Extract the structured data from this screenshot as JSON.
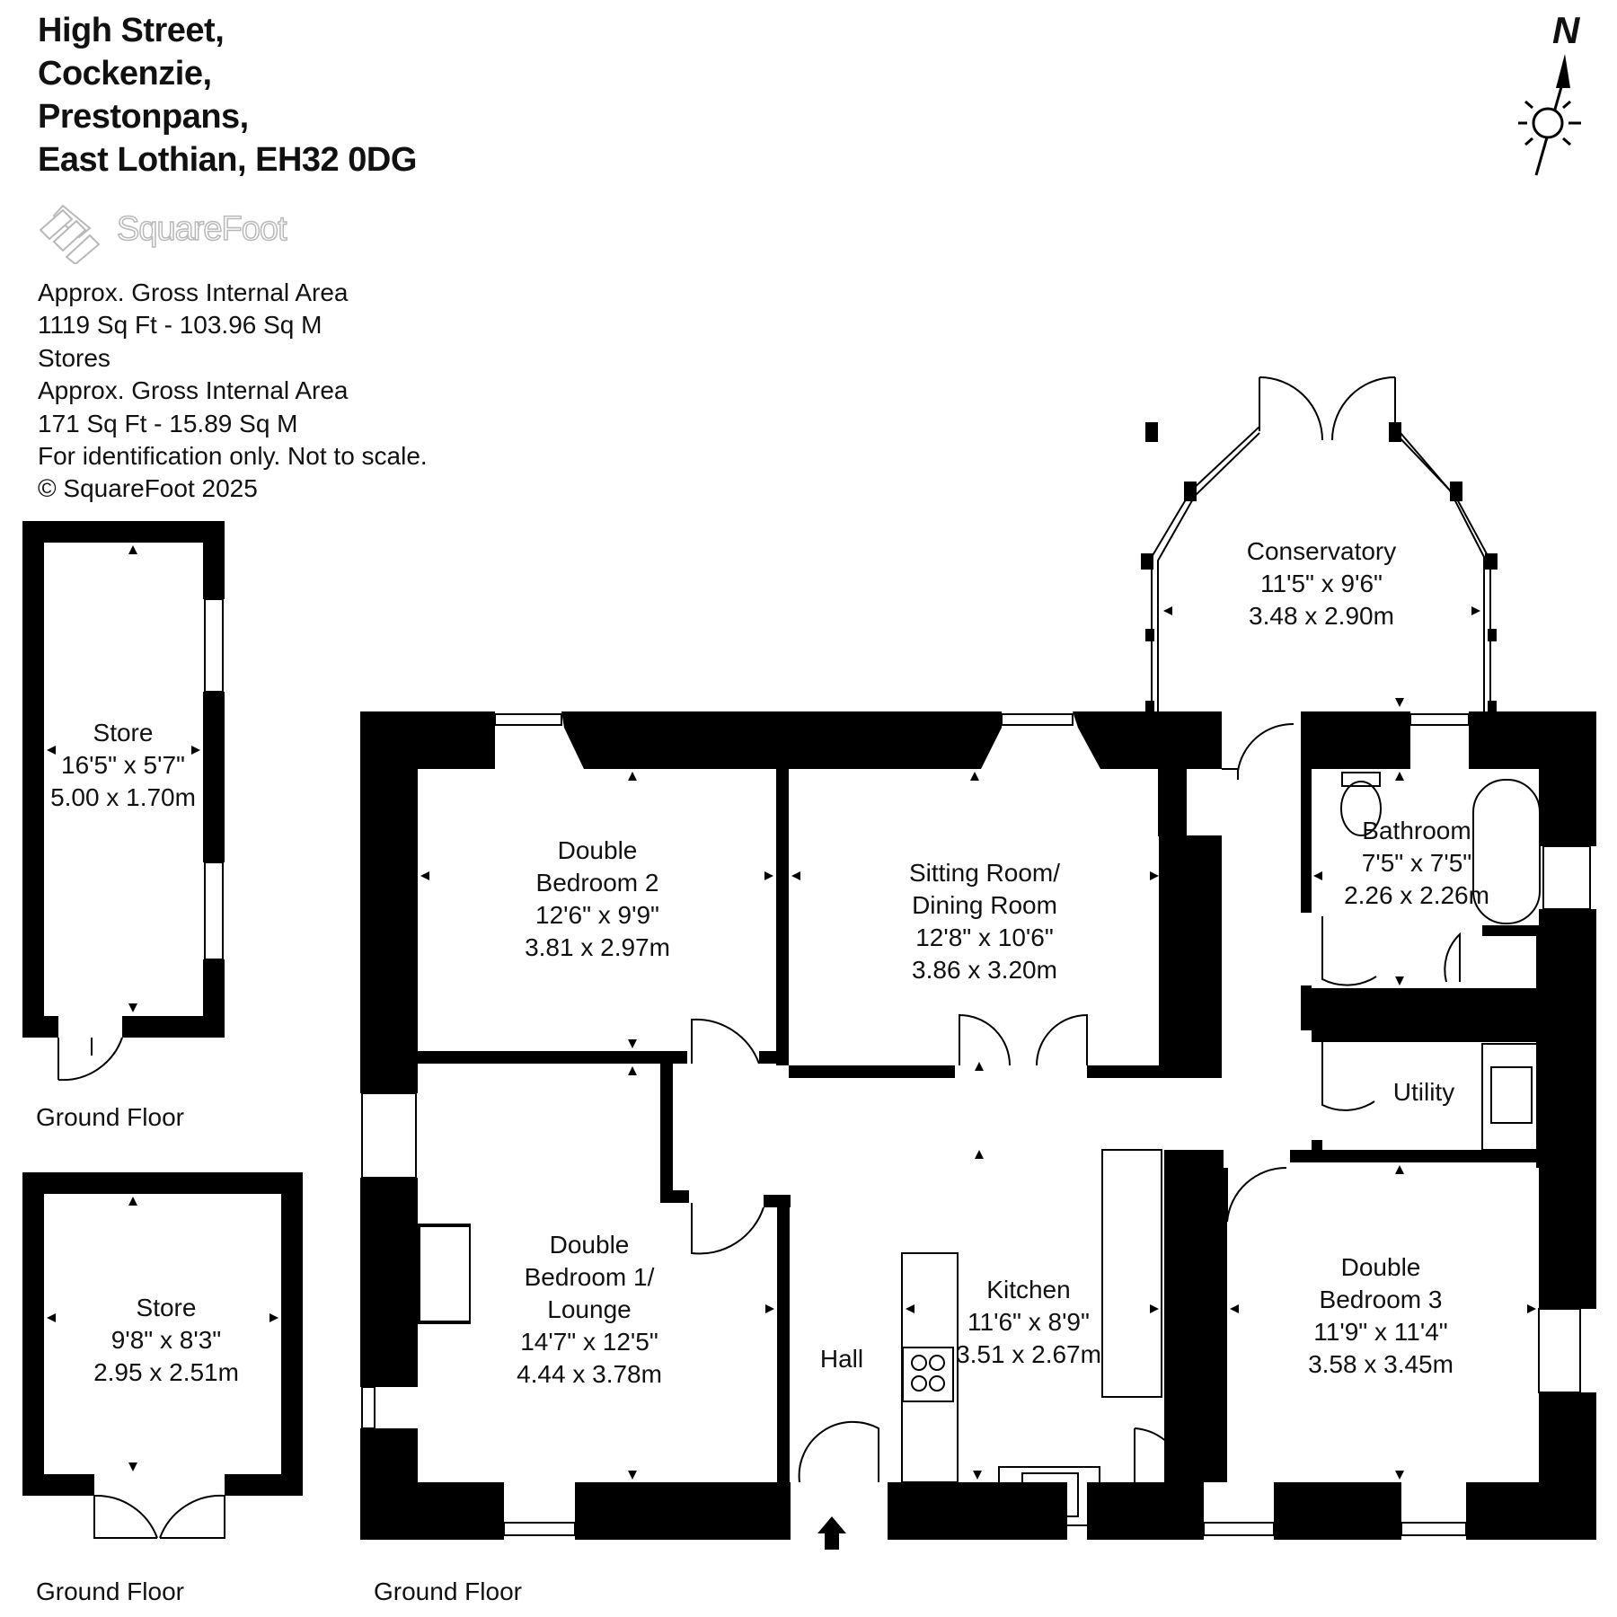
{
  "address": {
    "line1": "High Street,",
    "line2": "Cockenzie,",
    "line3": "Prestonpans,",
    "line4": "East Lothian, EH32 0DG"
  },
  "logo": {
    "text": "SquareFoot",
    "icon": "squarefoot-logo-icon"
  },
  "area_info": {
    "line1": "Approx. Gross Internal Area",
    "line2": "1119 Sq Ft  -  103.96 Sq M",
    "line3": "Stores",
    "line4": "Approx. Gross Internal Area",
    "line5": "171 Sq Ft  -  15.89 Sq M",
    "line6": "For identification only. Not to scale.",
    "line7": "© SquareFoot 2025"
  },
  "compass": {
    "label": "N",
    "icon": "north-arrow-sun-icon"
  },
  "rooms": {
    "store1": {
      "name": "Store",
      "imperial": "16'5\" x 5'7\"",
      "metric": "5.00 x 1.70m"
    },
    "store2": {
      "name": "Store",
      "imperial": "9'8\" x 8'3\"",
      "metric": "2.95 x 2.51m"
    },
    "conservatory": {
      "name": "Conservatory",
      "imperial": "11'5\" x 9'6\"",
      "metric": "3.48 x 2.90m"
    },
    "bedroom2": {
      "name1": "Double",
      "name2": "Bedroom 2",
      "imperial": "12'6\" x 9'9\"",
      "metric": "3.81 x 2.97m"
    },
    "sitting": {
      "name1": "Sitting Room/",
      "name2": "Dining Room",
      "imperial": "12'8\" x 10'6\"",
      "metric": "3.86 x 3.20m"
    },
    "bathroom": {
      "name": "Bathroom",
      "imperial": "7'5\" x 7'5\"",
      "metric": "2.26 x 2.26m"
    },
    "utility": {
      "name": "Utility"
    },
    "bedroom1": {
      "name1": "Double",
      "name2": "Bedroom 1/",
      "name3": "Lounge",
      "imperial": "14'7\" x 12'5\"",
      "metric": "4.44 x 3.78m"
    },
    "hall": {
      "name": "Hall"
    },
    "kitchen": {
      "name": "Kitchen",
      "imperial": "11'6\" x 8'9\"",
      "metric": "3.51 x 2.67m"
    },
    "bedroom3": {
      "name1": "Double",
      "name2": "Bedroom 3",
      "imperial": "11'9\" x 11'4\"",
      "metric": "3.58 x 3.45m"
    }
  },
  "floor_labels": {
    "store1": "Ground Floor",
    "store2": "Ground Floor",
    "main": "Ground Floor"
  },
  "colors": {
    "wall": "#000000",
    "background": "#ffffff",
    "logo_grey": "#b8b8b8"
  }
}
